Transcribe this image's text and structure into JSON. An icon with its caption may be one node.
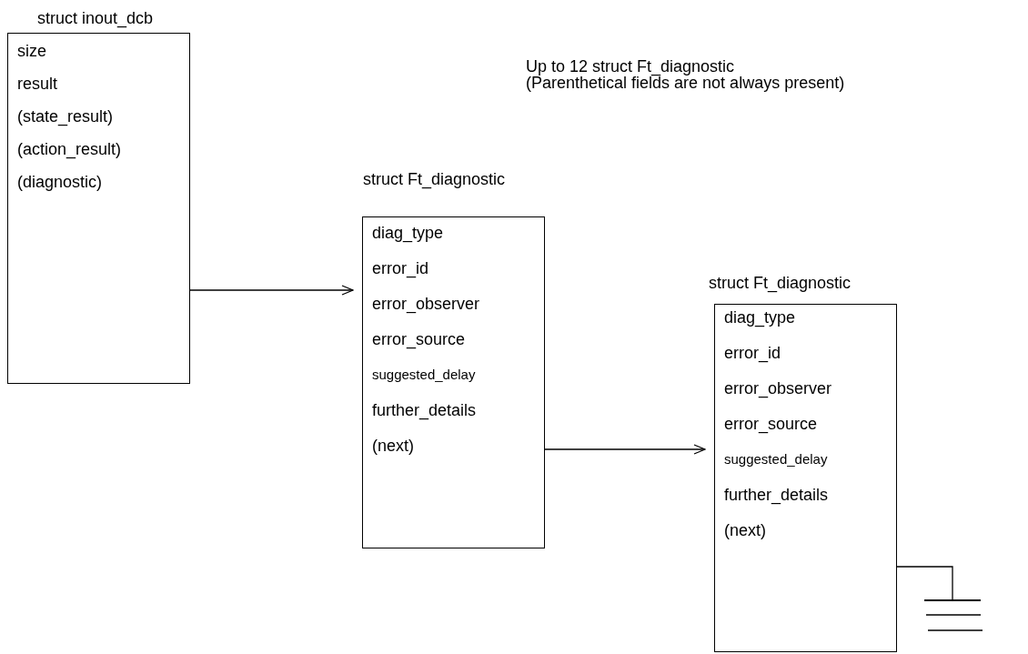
{
  "diagram": {
    "nodes": [
      {
        "text": [
          "struct inout_dcb",
          "size",
          "result",
          "(state_result)",
          "(action_result)",
          "(diagnostic)"
        ]
      },
      {
        "text": [
          "struct Ft_diagnostic",
          "diag_type",
          "error_id",
          "error_observer",
          "error_source",
          "suggested_delay",
          "further_details",
          "(next)"
        ]
      },
      {
        "text": [
          "struct Ft_diagnostic",
          "diag_type",
          "error_id",
          "error_observer",
          "error_source",
          "suggested_delay",
          "further_details",
          "(next)"
        ]
      },
      {
        "text": [],
        "shape": "ground"
      }
    ],
    "edges": [
      {
        "from": 0,
        "to": 1,
        "arrow": "to"
      },
      {
        "from": 1,
        "to": 2,
        "arrow": "to"
      },
      {
        "from": 2,
        "to": 3,
        "arrow": "none"
      }
    ],
    "labels": [
      "Up to 12 struct Ft_diagnostic",
      "(Parenthetical fields are not always present)"
    ]
  }
}
